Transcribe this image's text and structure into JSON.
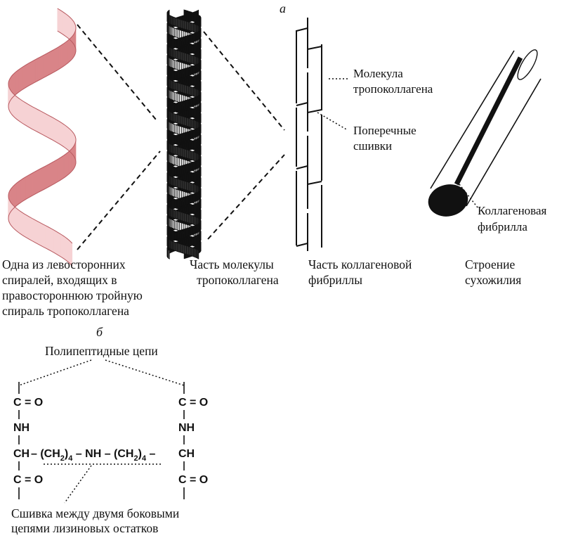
{
  "panel_a": {
    "label": "а",
    "captions": {
      "single_helix": [
        "Одна из левосторонних",
        "спиралей, входящих в",
        "правостороннюю тройную",
        "спираль тропоколлагена"
      ],
      "triple_helix": [
        "Часть молекулы",
        "тропоколлагена"
      ],
      "fibril_part": [
        "Часть коллагеновой",
        "фибриллы"
      ],
      "tendon": [
        "Строение",
        "сухожилия"
      ]
    },
    "callouts": {
      "tropocollagen_molecule": [
        "Молекула",
        "тропоколлагена"
      ],
      "cross_links": [
        "Поперечные",
        "сшивки"
      ],
      "collagen_fibril": [
        "Коллагеновая",
        "фибрилла"
      ]
    }
  },
  "panel_b": {
    "label": "б",
    "polypeptide_chains": "Полипептидные цепи",
    "left_chain": {
      "top": "C = O",
      "nh": "NH",
      "ch": "CH",
      "bottom": "C = O"
    },
    "right_chain": {
      "top": "C = O",
      "nh": "NH",
      "ch": "CH",
      "bottom": "C = O"
    },
    "bridge": {
      "part1": "– (CH",
      "sub1": "2",
      "part2": ")",
      "sub2": "4",
      "part3": " – NH – (CH",
      "sub3": "2",
      "part4": ")",
      "sub4": "4",
      "part5": " –"
    },
    "crosslink_caption": [
      "Сшивка между двумя боковыми",
      "цепями лизиновых остатков"
    ]
  },
  "colors": {
    "ribbon_light": "#f6d2d4",
    "ribbon_dark": "#d98488",
    "ink": "#111111"
  }
}
